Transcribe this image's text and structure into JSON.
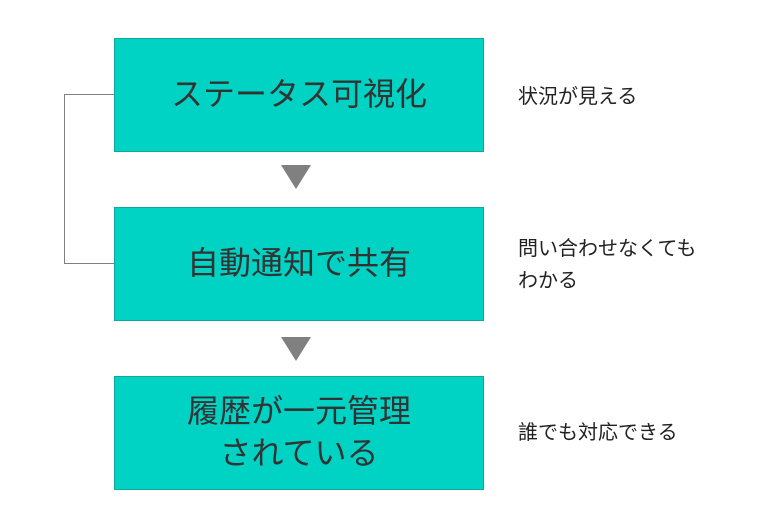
{
  "steps": [
    {
      "label": "ステータス可視化",
      "note": "状況が見える"
    },
    {
      "label": "自動通知で共有",
      "note": "問い合わせなくても\nわかる"
    },
    {
      "label": "履歴が一元管理\nされている",
      "note": "誰でも対応できる"
    }
  ],
  "colors": {
    "box_fill": "#00d2c4",
    "arrow": "#808080",
    "connector": "#808080"
  }
}
